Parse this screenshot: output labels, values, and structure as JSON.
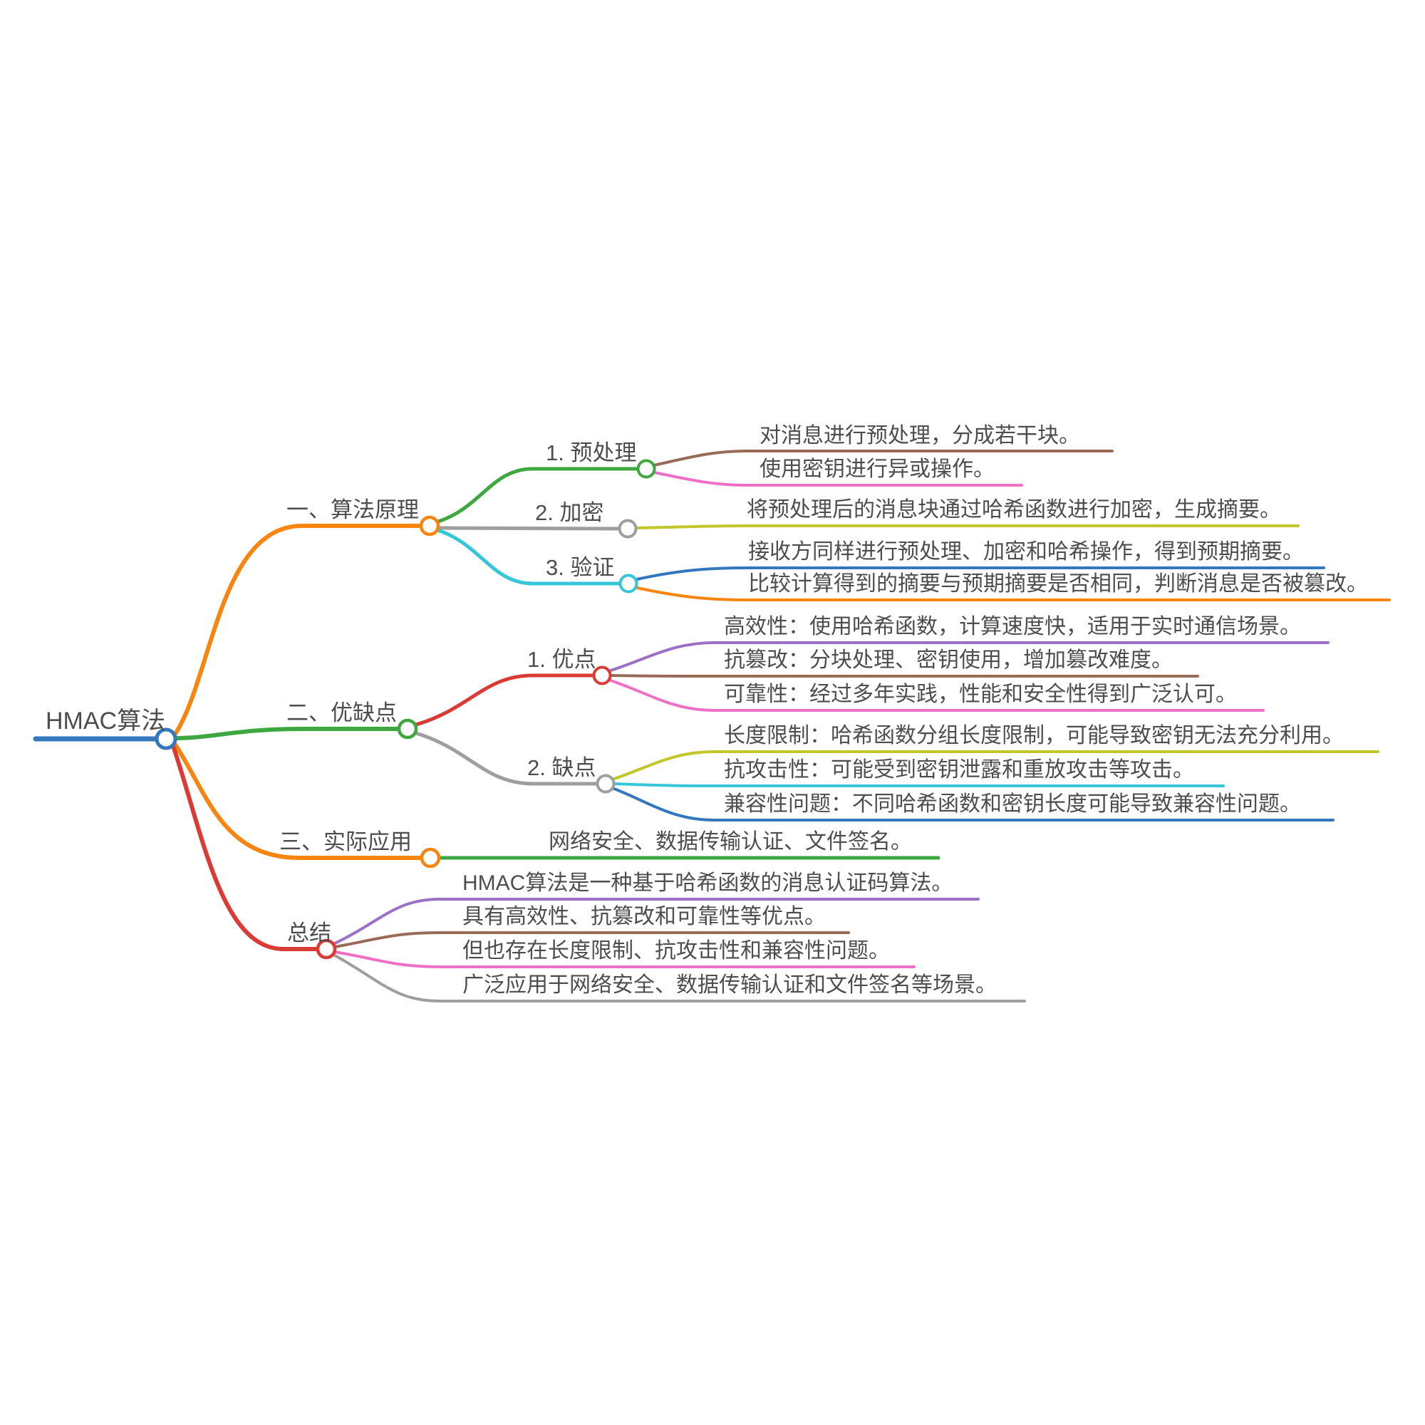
{
  "palette": {
    "blue": "#3377BC",
    "orange": "#F8850F",
    "green": "#3FA73F",
    "red": "#DA3B34",
    "gray": "#9E9E9E",
    "cyan": "#36C6D9",
    "brown": "#9A6A58",
    "pink": "#EE70C6",
    "olive": "#C1C729",
    "purple": "#9B70C7",
    "text": "#4D4D4D"
  },
  "root": {
    "label": "HMAC算法"
  },
  "branches": {
    "principle": {
      "label": "一、算法原理",
      "children": {
        "preprocess": {
          "label": "1. 预处理",
          "items": [
            "对消息进行预处理，分成若干块。",
            "使用密钥进行异或操作。"
          ]
        },
        "encrypt": {
          "label": "2. 加密",
          "items": [
            "将预处理后的消息块通过哈希函数进行加密，生成摘要。"
          ]
        },
        "verify": {
          "label": "3. 验证",
          "items": [
            "接收方同样进行预处理、加密和哈希操作，得到预期摘要。",
            "比较计算得到的摘要与预期摘要是否相同，判断消息是否被篡改。"
          ]
        }
      }
    },
    "proscons": {
      "label": "二、优缺点",
      "children": {
        "pros": {
          "label": "1. 优点",
          "items": [
            "高效性：使用哈希函数，计算速度快，适用于实时通信场景。",
            "抗篡改：分块处理、密钥使用，增加篡改难度。",
            "可靠性：经过多年实践，性能和安全性得到广泛认可。"
          ]
        },
        "cons": {
          "label": "2. 缺点",
          "items": [
            "长度限制：哈希函数分组长度限制，可能导致密钥无法充分利用。",
            "抗攻击性：可能受到密钥泄露和重放攻击等攻击。",
            "兼容性问题：不同哈希函数和密钥长度可能导致兼容性问题。"
          ]
        }
      }
    },
    "application": {
      "label": "三、实际应用",
      "items": [
        "网络安全、数据传输认证、文件签名。"
      ]
    },
    "summary": {
      "label": "总结",
      "items": [
        "HMAC算法是一种基于哈希函数的消息认证码算法。",
        "具有高效性、抗篡改和可靠性等优点。",
        "但也存在长度限制、抗攻击性和兼容性问题。",
        "广泛应用于网络安全、数据传输认证和文件签名等场景。"
      ]
    }
  }
}
